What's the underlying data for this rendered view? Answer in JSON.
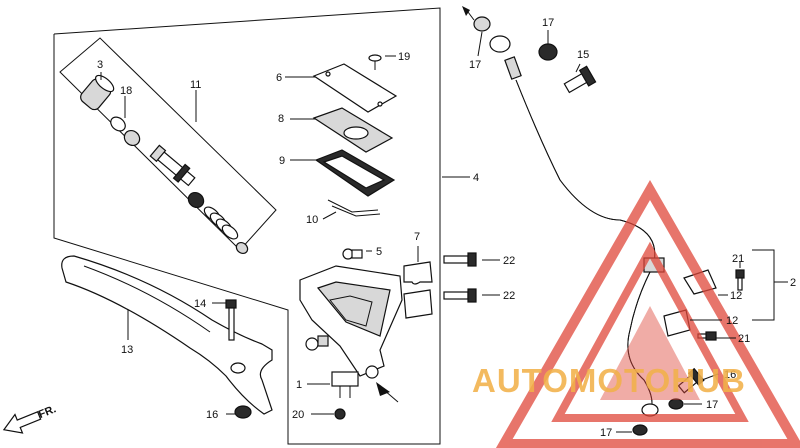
{
  "parts": {
    "p1": "1",
    "p2": "2",
    "p3": "3",
    "p4": "4",
    "p5": "5",
    "p6": "6",
    "p7": "7",
    "p8": "8",
    "p9": "9",
    "p10": "10",
    "p11": "11",
    "p12": "12",
    "p13": "13",
    "p14": "14",
    "p15": "15",
    "p16": "16",
    "p17": "17",
    "p18": "18",
    "p19": "19",
    "p20": "20",
    "p21": "21",
    "p22": "22"
  },
  "direction_label": "FR.",
  "watermark": {
    "text": "AUTOMOTOHUB",
    "color": "#f2b14a",
    "logo_color": "#e0473a"
  },
  "icons": {
    "direction_arrow": "arrow-fr-icon",
    "watermark_logo": "triangle-logo-icon"
  }
}
